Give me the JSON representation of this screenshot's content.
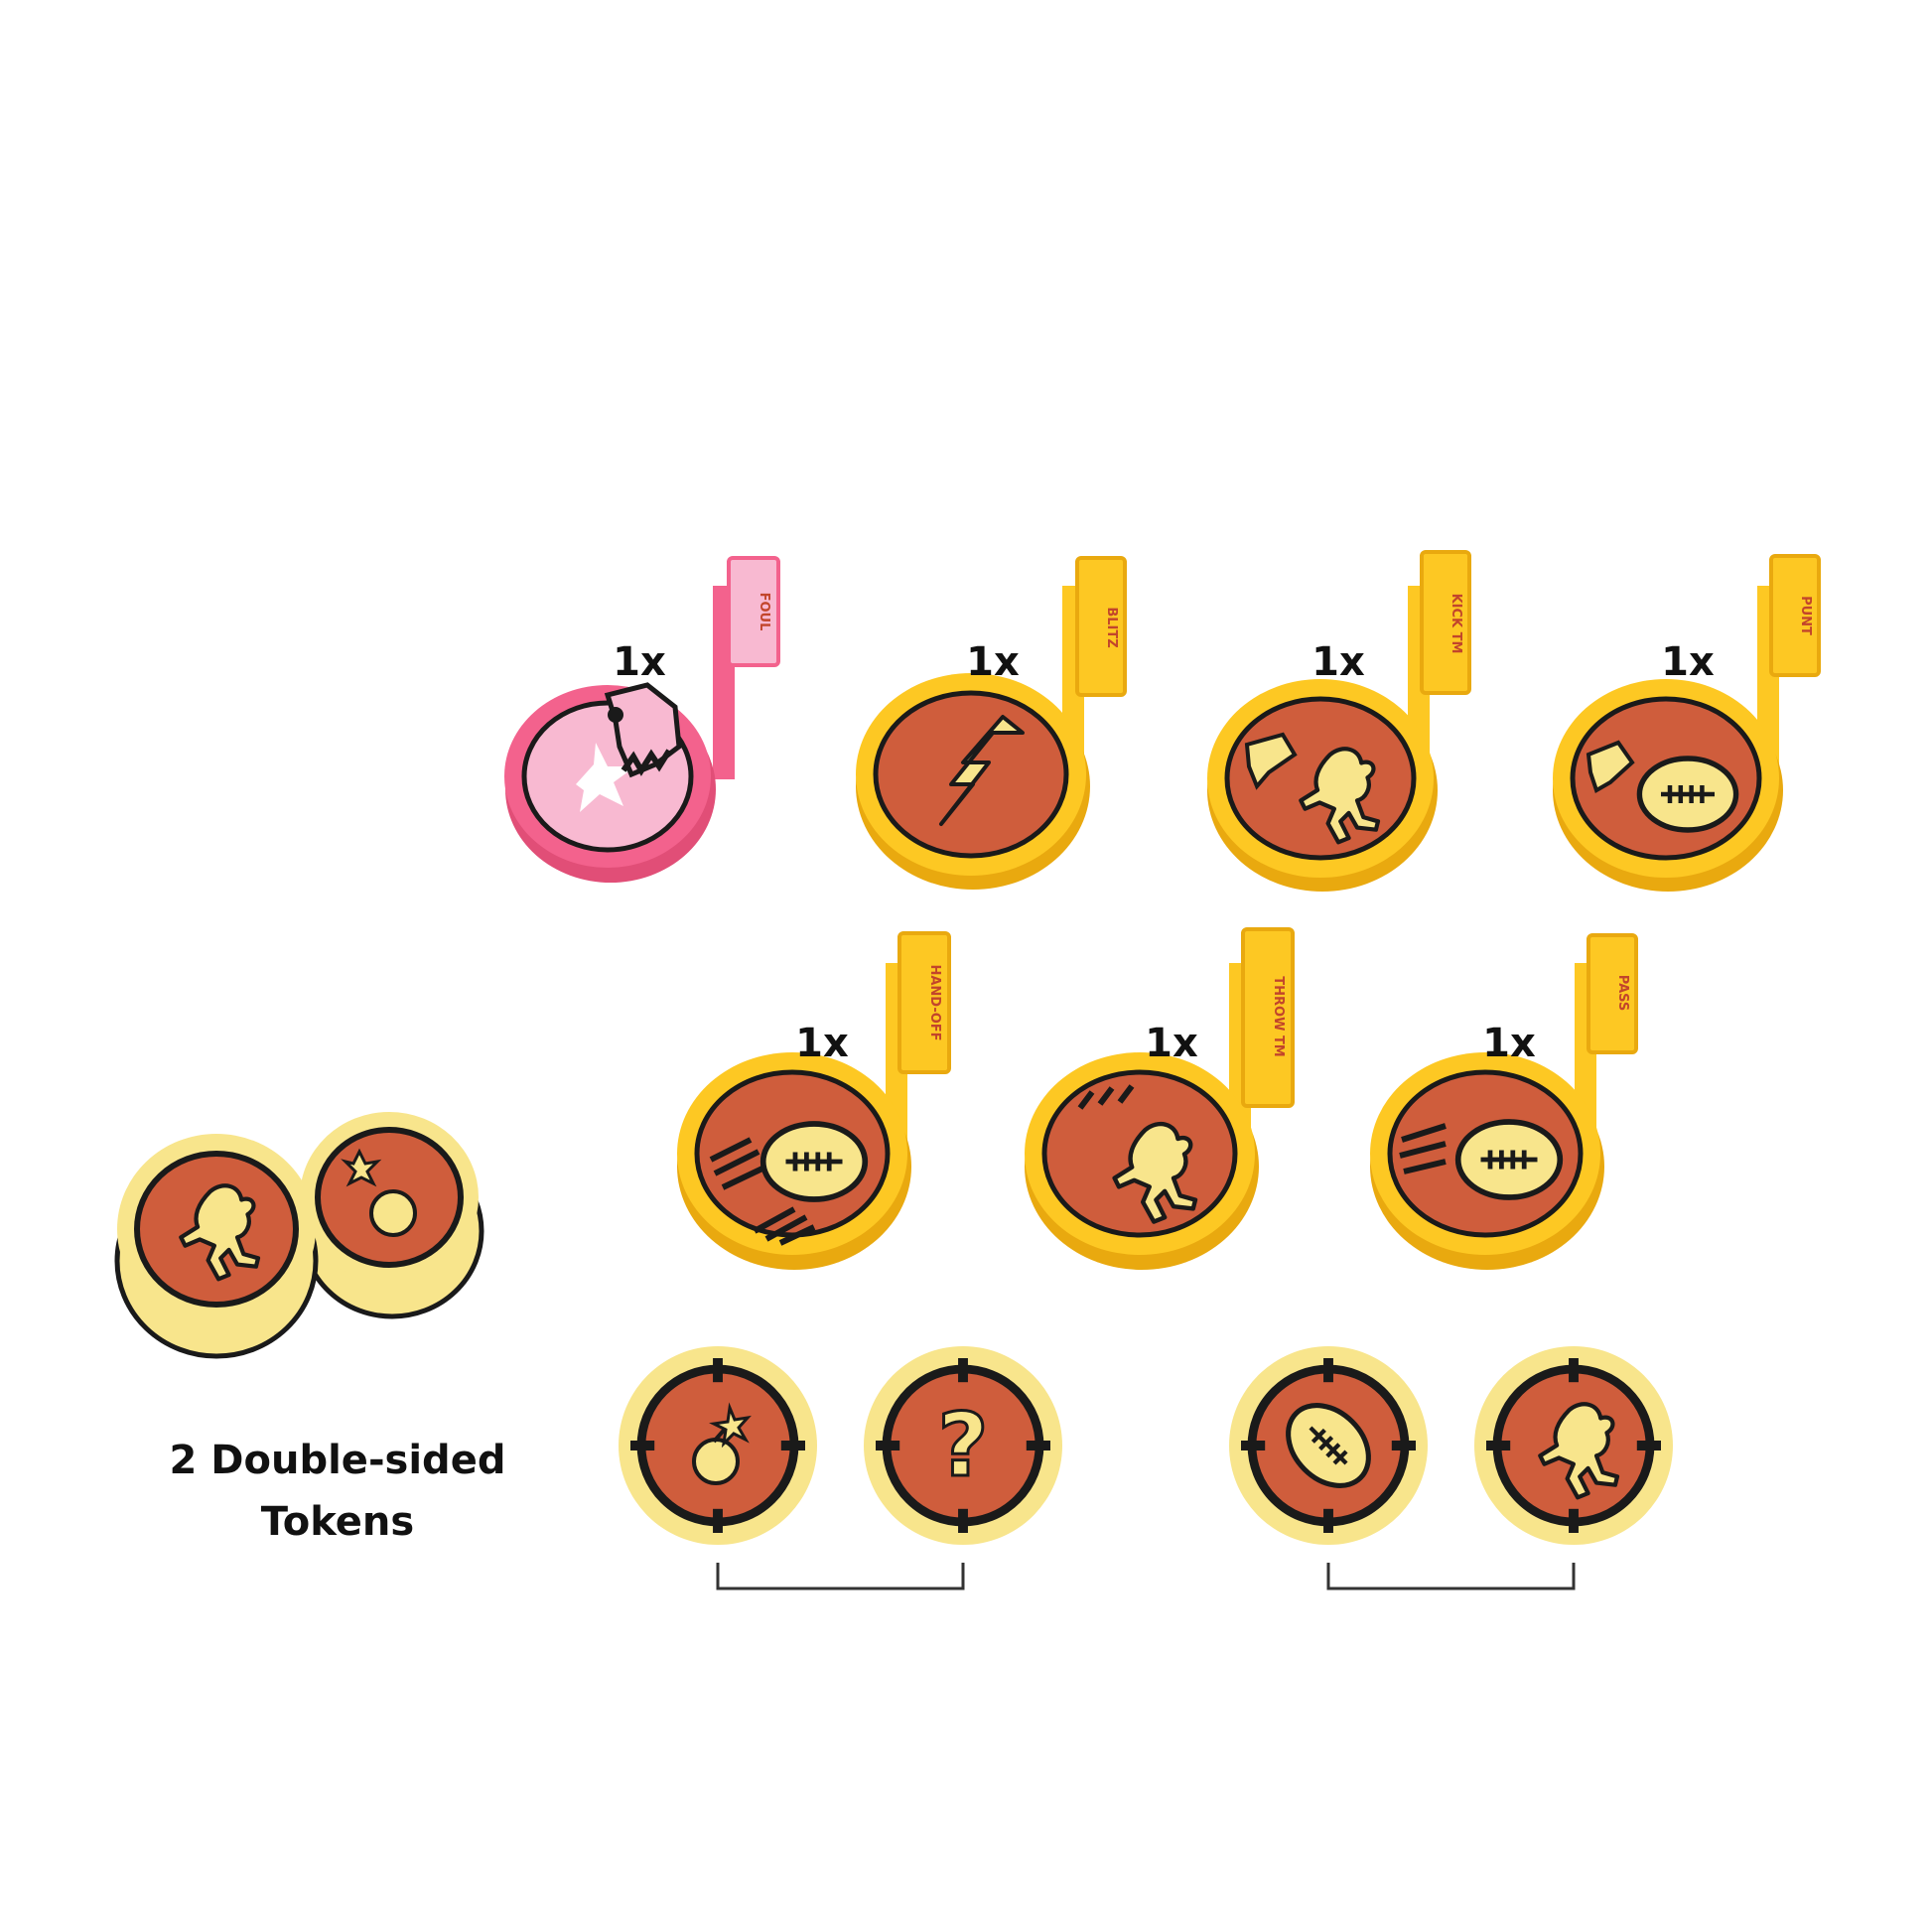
{
  "colors": {
    "yellow": "#fdc823",
    "yellow_dark": "#e9a90f",
    "pink": "#f3628d",
    "pink_light": "#f8b9d1",
    "orange_face": "#cf5d3c",
    "token_rim": "#f8e58c",
    "ink": "#1a1a1a",
    "flag_text": "#c2452b"
  },
  "markers": [
    {
      "quantity": "1x",
      "flag": "FOUL",
      "icon": "boot-burst-icon",
      "color": "pink"
    },
    {
      "quantity": "1x",
      "flag": "BLITZ",
      "icon": "lightning-icon",
      "color": "yellow"
    },
    {
      "quantity": "1x",
      "flag": "KICK TM",
      "icon": "kick-player-icon",
      "color": "yellow"
    },
    {
      "quantity": "1x",
      "flag": "PUNT",
      "icon": "kick-ball-icon",
      "color": "yellow"
    },
    {
      "quantity": "1x",
      "flag": "HAND-OFF",
      "icon": "hand-off-ball-icon",
      "color": "yellow"
    },
    {
      "quantity": "1x",
      "flag": "THROW TM",
      "icon": "thrown-player-icon",
      "color": "yellow"
    },
    {
      "quantity": "1x",
      "flag": "PASS",
      "icon": "flying-ball-icon",
      "color": "yellow"
    }
  ],
  "tokens": {
    "caption_line1": "2 Double-sided",
    "caption_line2": "Tokens",
    "pairs": [
      {
        "front": "bomb-icon",
        "back": "question-mark-icon",
        "back_glyph": "?"
      },
      {
        "front": "ball-icon",
        "back": "goblin-player-icon"
      }
    ]
  }
}
